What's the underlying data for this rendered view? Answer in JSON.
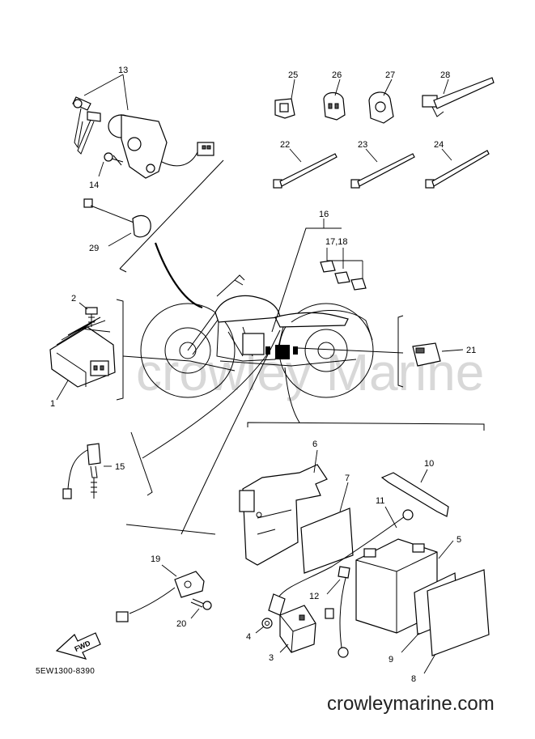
{
  "diagram": {
    "code": "5EW1300-8390",
    "website": "crowleymarine.com",
    "watermark": "crowley Marine",
    "fwd_label": "FWD",
    "callouts": {
      "c1": "1",
      "c2": "2",
      "c3": "3",
      "c4": "4",
      "c5": "5",
      "c6": "6",
      "c7": "7",
      "c8": "8",
      "c9": "9",
      "c10": "10",
      "c11": "11",
      "c12": "12",
      "c13": "13",
      "c14": "14",
      "c15": "15",
      "c16": "16",
      "c17_18": "17,18",
      "c19": "19",
      "c20": "20",
      "c21": "21",
      "c22": "22",
      "c23": "23",
      "c24": "24",
      "c25": "25",
      "c26": "26",
      "c27": "27",
      "c28": "28",
      "c29": "29"
    }
  }
}
